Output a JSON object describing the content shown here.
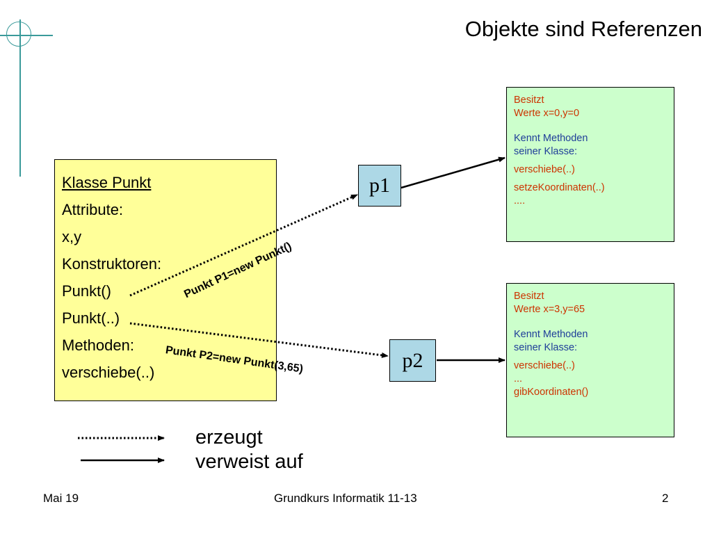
{
  "title": "Objekte sind Referenzen",
  "class_box": {
    "heading": "Klasse Punkt ",
    "attr_label": "Attribute:",
    "attrs": "x,y",
    "ctor_label": "Konstruktoren:",
    "ctor1": "Punkt()",
    "ctor2": "Punkt(..)",
    "method_label": "Methoden:",
    "method1": "verschiebe(..)"
  },
  "refs": {
    "p1": "p1",
    "p2": "p2"
  },
  "calls": {
    "p1": "Punkt P1=new Punkt()",
    "p2": "Punkt P2=new Punkt(3,65)"
  },
  "object1": {
    "besitzt": "Besitzt",
    "werte": "Werte x=0,y=0",
    "kennt1": "Kennt Methoden",
    "kennt2": "seiner Klasse:",
    "m1": "verschiebe(..)",
    "m2": "setzeKoordinaten(..)",
    "m3": "...."
  },
  "object2": {
    "besitzt": "Besitzt",
    "werte": "Werte x=3,y=65",
    "kennt1": "Kennt Methoden",
    "kennt2": "seiner Klasse:",
    "m1": "verschiebe(..)",
    "m2": "...",
    "m3": "gibKoordinaten()"
  },
  "legend": {
    "creates": "erzeugt",
    "refers": "verweist auf"
  },
  "footer": {
    "date": "Mai 19",
    "course": "Grundkurs Informatik 11-13",
    "page": "2"
  },
  "colors": {
    "class_fill": "#ffff99",
    "ref_fill": "#add8e6",
    "object_fill": "#ccffcc",
    "object_text": "#cc3300",
    "kennt_text": "#1f3d99",
    "decoration": "#3a9a9a"
  }
}
